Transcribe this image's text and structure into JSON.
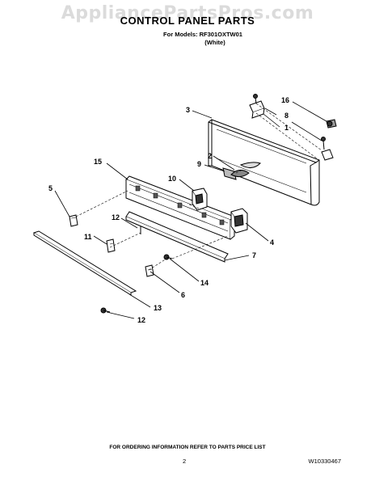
{
  "watermark": "AppliancePartsPros.com",
  "title": "CONTROL PANEL PARTS",
  "models_label": "For Models: RF301OXTW01",
  "color_label": "(White)",
  "callouts": [
    "1",
    "2",
    "3",
    "4",
    "5",
    "6",
    "7",
    "8",
    "9",
    "10",
    "11",
    "12",
    "13",
    "14",
    "15",
    "16",
    "12"
  ],
  "footer_note": "FOR ORDERING INFORMATION REFER TO PARTS PRICE LIST",
  "page_number": "2",
  "document_number": "W10330467"
}
